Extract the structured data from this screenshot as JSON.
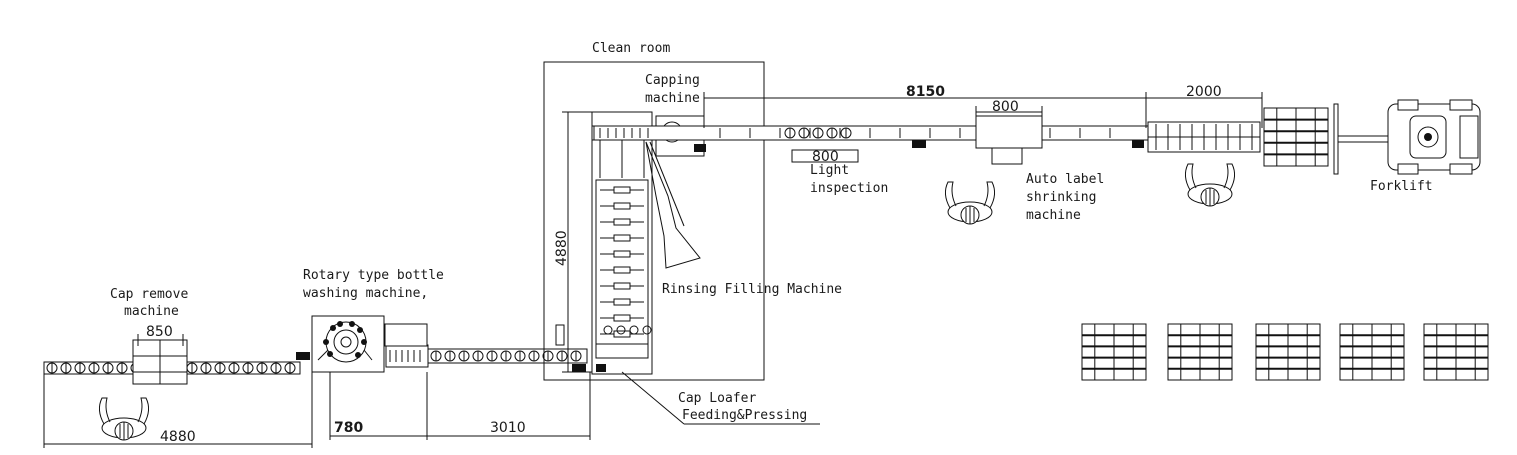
{
  "labels": {
    "clean_room": "Clean room",
    "capping_1": "Capping",
    "capping_2": "machine",
    "light_1": "Light",
    "light_2": "inspection",
    "label_1": "Auto label",
    "label_2": "shrinking",
    "label_3": "machine",
    "forklift": "Forklift",
    "rotary_1": "Rotary type bottle",
    "rotary_2": "washing machine,",
    "capremove_1": "Cap remove",
    "capremove_2": "machine",
    "rinsing": "Rinsing Filling Machine",
    "caploafer_1": "Cap Loafer",
    "caploafer_2": "Feeding&Pressing"
  },
  "dimensions": {
    "d8150": "8150",
    "d800_top": "800",
    "d2000": "2000",
    "d800_light": "800",
    "d4880_v": "4880",
    "d850": "850",
    "d780": "780",
    "d3010": "3010",
    "d4880_h": "4880"
  },
  "colors": {
    "line": "#111111",
    "background": "#ffffff"
  }
}
